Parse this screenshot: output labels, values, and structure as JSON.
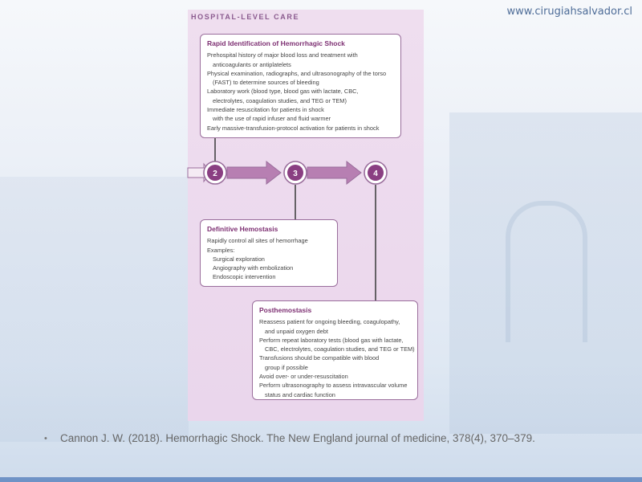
{
  "header": {
    "url": "www.cirugiahsalvador.cl"
  },
  "figure": {
    "heading": "HOSPITAL-LEVEL CARE",
    "steps": [
      "2",
      "3",
      "4"
    ],
    "boxes": {
      "rapid": {
        "title": "Rapid Identification of Hemorrhagic Shock",
        "lines": [
          "Prehospital history of major blood loss and treatment with",
          "anticoagulants or antiplatelets",
          "Physical examination, radiographs, and ultrasonography of the torso",
          "(FAST) to determine sources of bleeding",
          "Laboratory work (blood type, blood gas with lactate, CBC,",
          "electrolytes, coagulation studies, and TEG or TEM)",
          "Immediate resuscitation for patients in shock",
          "with the use of rapid infuser and fluid warmer",
          "Early massive-transfusion-protocol activation for patients in shock"
        ]
      },
      "definitive": {
        "title": "Definitive Hemostasis",
        "lines": [
          "Rapidly control all sites of hemorrhage",
          "Examples:",
          "Surgical exploration",
          "Angiography with embolization",
          "Endoscopic intervention"
        ]
      },
      "post": {
        "title": "Posthemostasis",
        "lines": [
          "Reassess patient for ongoing bleeding, coagulopathy,",
          "and unpaid oxygen debt",
          "Perform repeat laboratory tests (blood gas with lactate,",
          "CBC, electrolytes, coagulation studies, and TEG or TEM)",
          "Transfusions should be compatible with blood",
          "group if possible",
          "Avoid over- or under-resuscitation",
          "Perform ultrasonography to assess intravascular volume",
          "status and cardiac function"
        ]
      }
    }
  },
  "citation": {
    "bullet": "•",
    "text": "Cannon J. W. (2018). Hemorrhagic Shock. The New England journal of medicine, 378(4), 370–379."
  },
  "colors": {
    "panel": "#ecd9ed",
    "arrow": "#b77fb2",
    "accent": "#7d2f72",
    "url": "#4f6d98"
  }
}
